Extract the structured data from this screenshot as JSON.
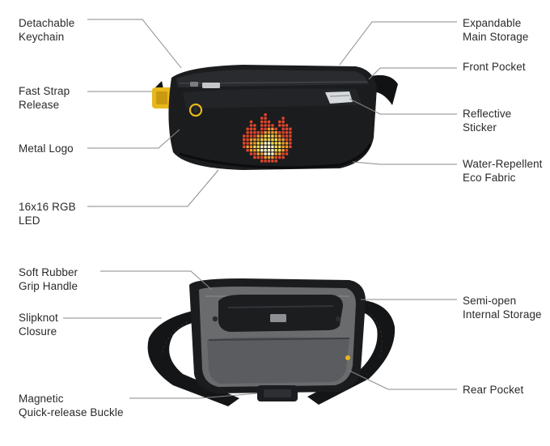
{
  "colors": {
    "text": "#2a2a2a",
    "leader_line": "#8a8a8a",
    "bag_black": "#1b1c1e",
    "bag_grey": "#6a6b6d",
    "accent_yellow": "#e8b81a",
    "led_fire_red": "#e2452b",
    "led_fire_orange": "#f39a2c"
  },
  "labels": {
    "detachable_keychain": [
      "Detachable",
      "Keychain"
    ],
    "fast_strap_release": [
      "Fast Strap",
      "Release"
    ],
    "metal_logo": [
      "Metal Logo"
    ],
    "rgb_led": [
      "16x16 RGB",
      "LED"
    ],
    "expandable_main_storage": [
      "Expandable",
      "Main Storage"
    ],
    "front_pocket": [
      "Front Pocket"
    ],
    "reflective_sticker": [
      "Reflective",
      "Sticker"
    ],
    "water_repellent_fabric": [
      "Water-Repellent",
      "Eco Fabric"
    ],
    "soft_rubber_grip_handle": [
      "Soft Rubber",
      "Grip Handle"
    ],
    "slipknot_closure": [
      "Slipknot",
      "Closure"
    ],
    "magnetic_buckle": [
      "Magnetic",
      "Quick-release Buckle"
    ],
    "semi_open_internal_storage": [
      "Semi-open",
      "Internal Storage"
    ],
    "rear_pocket": [
      "Rear Pocket"
    ]
  },
  "icons": {
    "front_view": "bag-front-view-image",
    "rear_view": "bag-rear-view-image",
    "led_display": "pixel-fire-icon"
  }
}
